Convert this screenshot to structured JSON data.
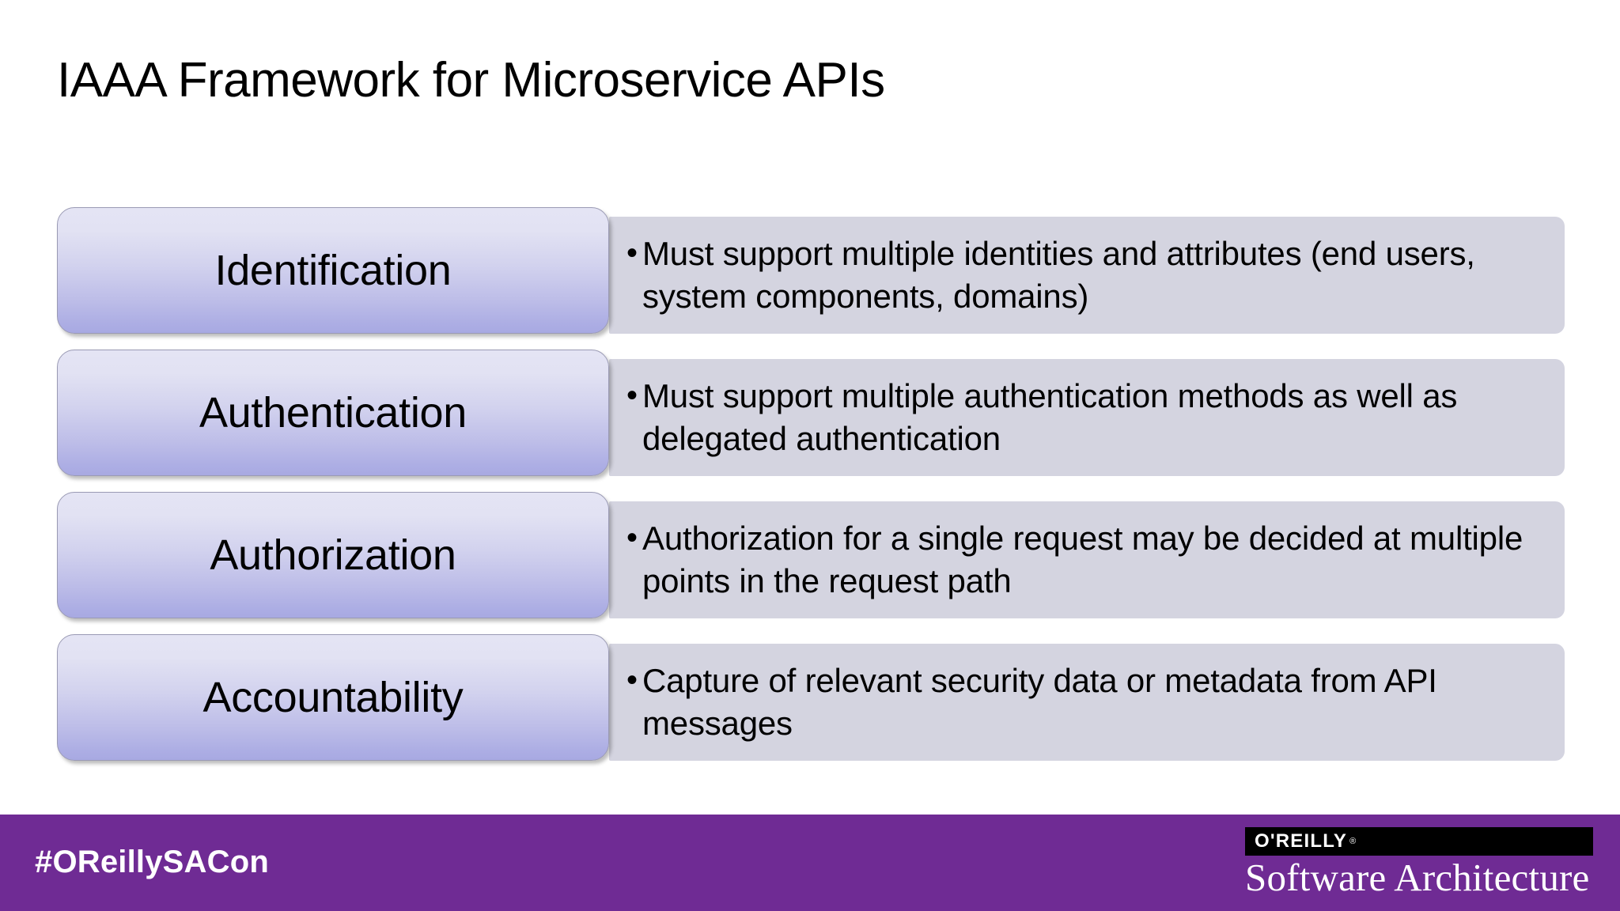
{
  "slide": {
    "title": "IAAA Framework for Microservice APIs",
    "background_color": "#ffffff"
  },
  "rows": [
    {
      "label": "Identification",
      "bullet_marker": "•",
      "bullet": "Must support multiple identities and attributes (end users, system components, domains)"
    },
    {
      "label": "Authentication",
      "bullet_marker": "•",
      "bullet": "Must support multiple authentication methods as well as delegated authentication"
    },
    {
      "label": "Authorization",
      "bullet_marker": "•",
      "bullet": "Authorization for a single request may be decided at multiple points in the request path"
    },
    {
      "label": "Accountability",
      "bullet_marker": "•",
      "bullet": "Capture of relevant security data or metadata from API messages"
    }
  ],
  "footer": {
    "hashtag": "#OReillySACon",
    "logo": {
      "brand": "O'REILLY",
      "registered_mark": "®",
      "product": "Software Architecture"
    },
    "background_color": "#6f2b94",
    "text_color": "#ffffff"
  },
  "theme": {
    "chip_gradient_top": "#e4e4f4",
    "chip_gradient_bottom": "#a8a9e2",
    "chip_border": "#9a9ab4",
    "panel_fill": "#d4d4e0",
    "accent_purple": "#6f2b94"
  }
}
